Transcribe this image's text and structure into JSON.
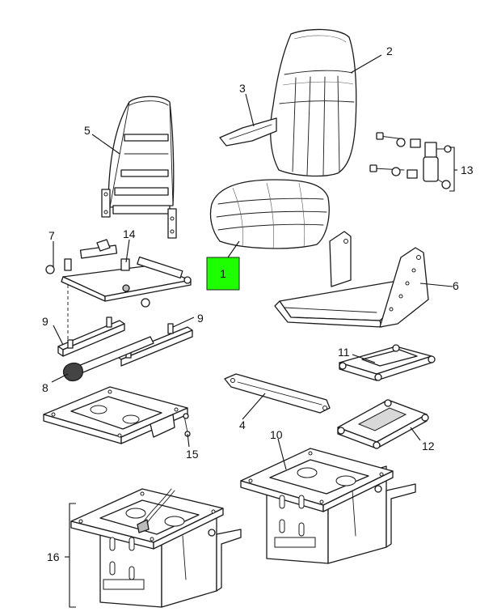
{
  "highlight": {
    "label": "1",
    "color": "#1eff00"
  },
  "callouts": {
    "c2": "2",
    "c3": "3",
    "c4": "4",
    "c5": "5",
    "c6": "6",
    "c7": "7",
    "c8": "8",
    "c9a": "9",
    "c9b": "9",
    "c10": "10",
    "c11": "11",
    "c12": "12",
    "c13": "13",
    "c14": "14",
    "c15": "15",
    "c16": "16"
  }
}
